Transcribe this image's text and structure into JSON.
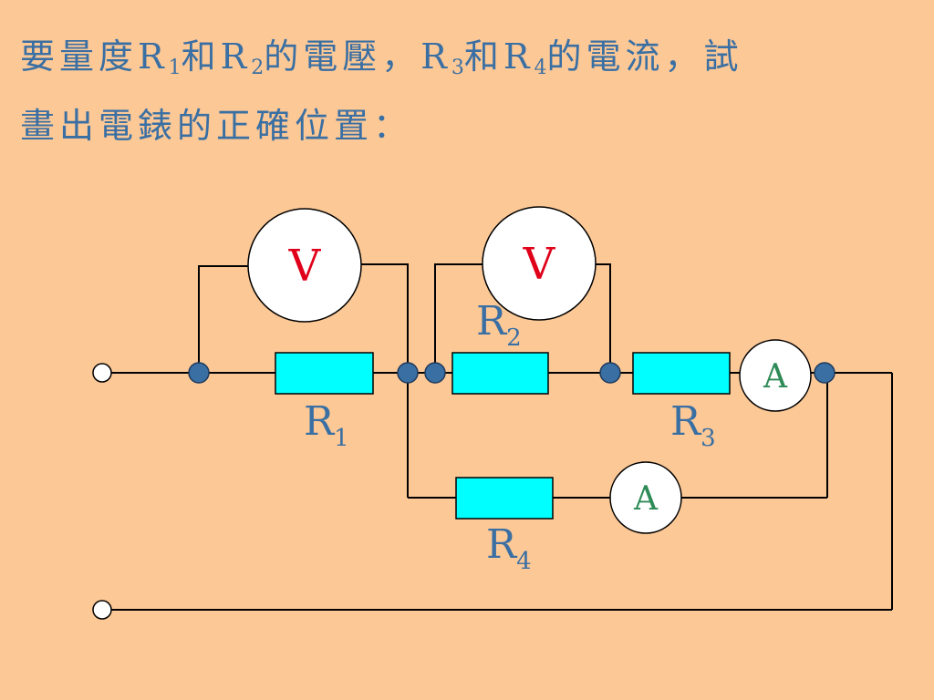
{
  "question": {
    "line1": [
      {
        "text": "要量度R",
        "sub": "1"
      },
      {
        "text": "和R",
        "sub": "2"
      },
      {
        "text": "的電壓，R",
        "sub": "3"
      },
      {
        "text": "和R",
        "sub": "4"
      },
      {
        "text": "的電流，試",
        "sub": ""
      }
    ],
    "line2": "畫出電錶的正確位置："
  },
  "resistors": {
    "r1": {
      "label": "R",
      "sub": "1"
    },
    "r2": {
      "label": "R",
      "sub": "2"
    },
    "r3": {
      "label": "R",
      "sub": "3"
    },
    "r4": {
      "label": "R",
      "sub": "4"
    }
  },
  "meters": {
    "voltmeter_1": "V",
    "voltmeter_2": "V",
    "ammeter_1": "A",
    "ammeter_2": "A"
  },
  "colors": {
    "background": "#FCC896",
    "text": "#3A6FA3",
    "resistor_fill": "#00FFFF",
    "voltmeter_letter": "#E0001A",
    "ammeter_letter": "#2E8B57",
    "node": "#3A6FA3"
  }
}
